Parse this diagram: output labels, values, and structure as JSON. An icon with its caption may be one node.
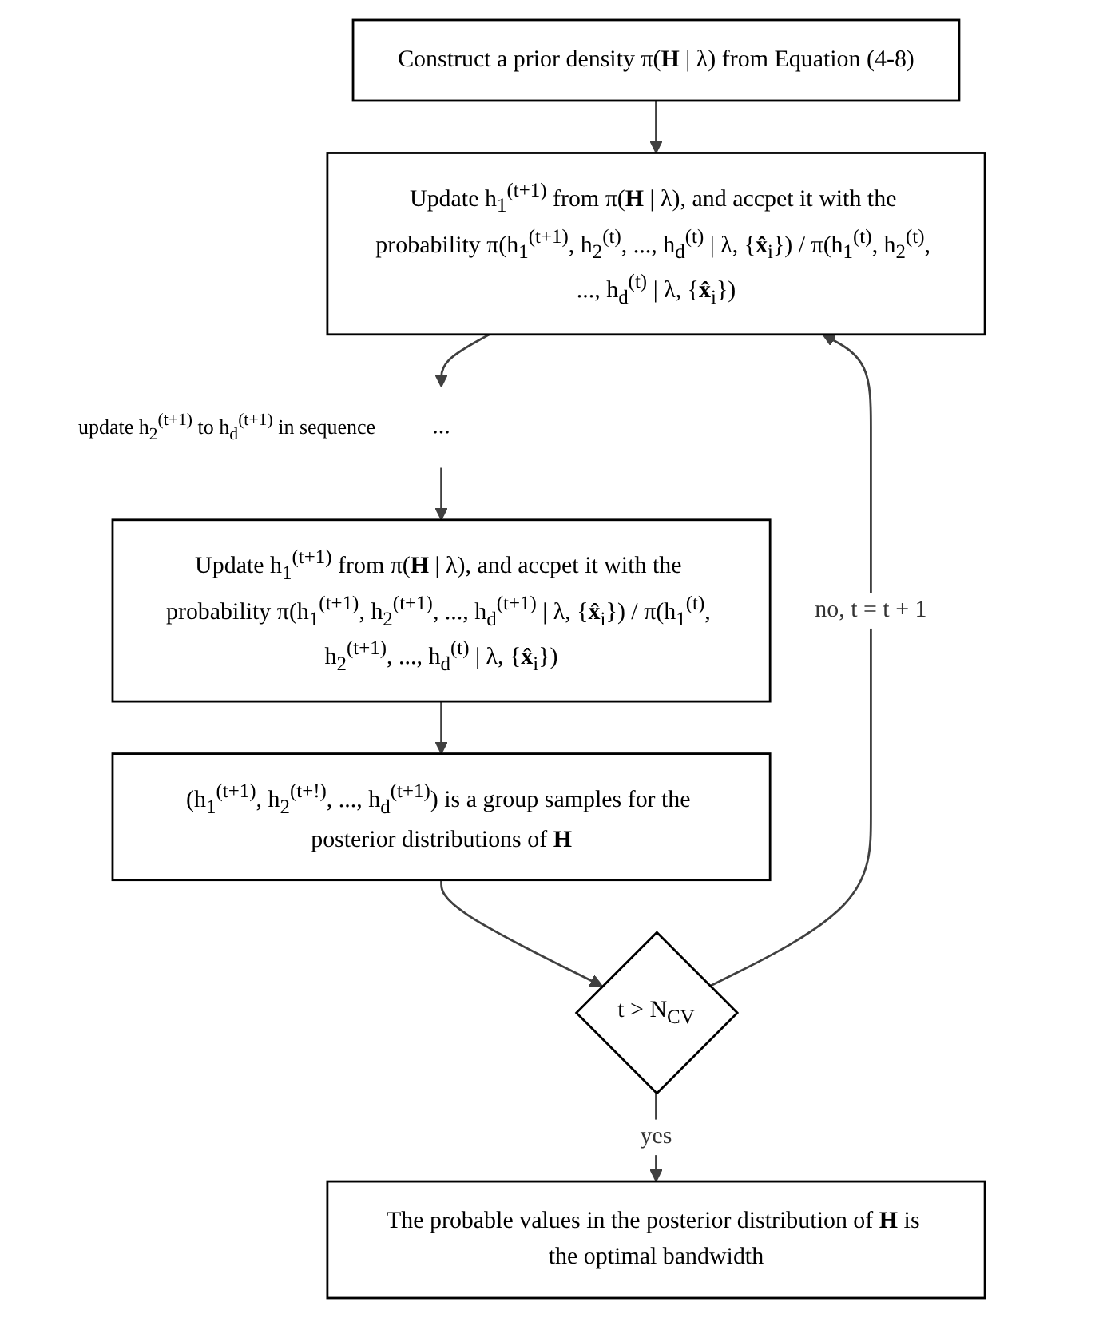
{
  "diagram": {
    "nodes": [
      {
        "text": [
          "Construct a prior density π(**H** | λ) from Equation (4-8)"
        ]
      },
      {
        "text": [
          "Update h$_{1}$$^{(t+1)}$ from π(**H** | λ), and accpet it with the probability π(h$_{1}$$^{(t+1)}$, h$_{2}$$^{(t)}$, ..., h$_{d}$$^{(t)}$ | λ, {**x̂**$_{i}$}) / π(h$_{1}$$^{(t)}$, h$_{2}$$^{(t)}$, ..., h$_{d}$$^{(t)}$ | λ, {**x̂**$_{i}$})"
        ]
      },
      {
        "text": [
          "..."
        ],
        "beside": [
          "update h$_{2}$$^{(t+1)}$ to h$_{d}$$^{(t+1)}$ in sequence"
        ]
      },
      {
        "text": [
          "Update h$_{1}$$^{(t+1)}$ from π(**H** | λ), and accpet it with the probability π(h$_{1}$$^{(t+1)}$, h$_{2}$$^{(t+1)}$, ..., h$_{d}$$^{(t+1)}$ | λ, {**x̂**$_{i}$}) / π(h$_{1}$$^{(t)}$, h$_{2}$$^{(t+1)}$, ..., h$_{d}$$^{(t)}$ | λ, {**x̂**$_{i}$})"
        ]
      },
      {
        "text": [
          "(h$_{1}$$^{(t+1)}$, h$_{2}$$^{(t+!)}$, ..., h$_{d}$$^{(t+1)}$) is a group samples for the posterior distributions of **H**"
        ]
      },
      {
        "text": [
          "t > N$_{CV}$"
        ]
      },
      {
        "text": [
          "The probable values in the posterior distribution of **H** is the optimal bandwidth"
        ]
      }
    ],
    "edges": [
      {
        "from": 0,
        "to": 1,
        "arrow": "to"
      },
      {
        "from": 1,
        "to": 2,
        "arrow": "to"
      },
      {
        "from": 2,
        "to": 3,
        "arrow": "to"
      },
      {
        "from": 3,
        "to": 4,
        "arrow": "to"
      },
      {
        "from": 4,
        "to": 5,
        "arrow": "to"
      },
      {
        "from": 5,
        "to": 6,
        "arrow": "to",
        "label": "yes"
      },
      {
        "from": 5,
        "to": 1,
        "arrow": "to",
        "label": "no, t = t + 1"
      }
    ]
  }
}
